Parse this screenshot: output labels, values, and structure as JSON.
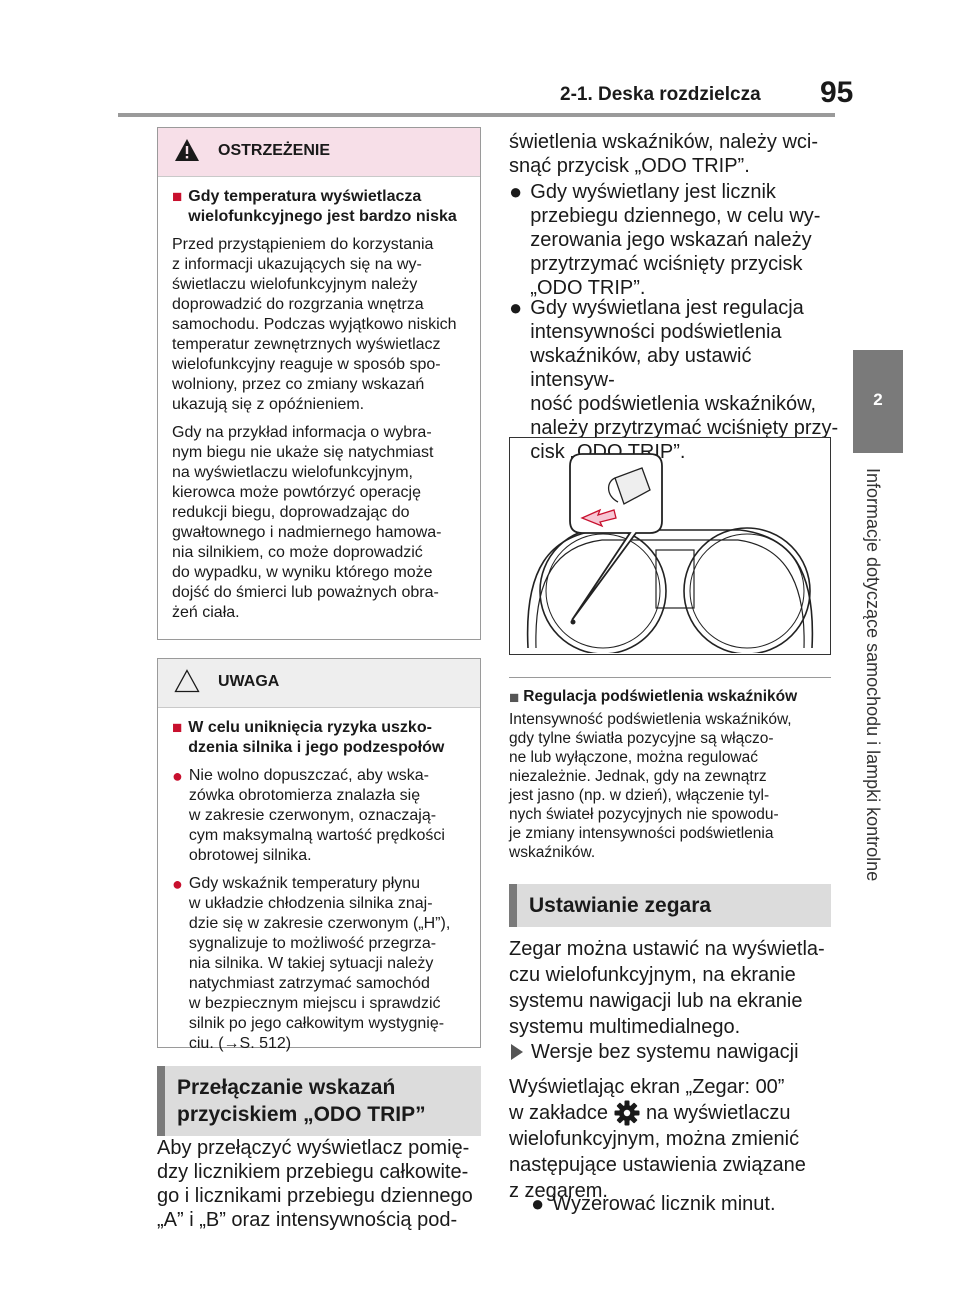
{
  "header": {
    "title": "2-1. Deska rozdzielcza",
    "page_number": "95"
  },
  "side_tab": {
    "number": "2",
    "text": "Informacje dotyczące samochodu i lampki kontrolne"
  },
  "warning": {
    "title": "OSTRZEŻENIE",
    "subheading": "Gdy temperatura wyświetlacza wielofunkcyjnego jest bardzo niska",
    "p1": [
      "Przed przystąpieniem do korzystania",
      "z informacji ukazujących się na wy-",
      "świetlaczu wielofunkcyjnym należy",
      "doprowadzić do rozgrzania wnętrza",
      "samochodu. Podczas wyjątkowo niskich",
      "temperatur zewnętrznych wyświetlacz",
      "wielofunkcyjny reaguje w sposób spo-",
      "wolniony, przez co zmiany wskazań",
      "ukazują się z opóźnieniem."
    ],
    "p2": [
      "Gdy na przykład informacja o wybra-",
      "nym biegu nie ukaże się natychmiast",
      "na wyświetlaczu wielofunkcyjnym,",
      "kierowca może powtórzyć operację",
      "redukcji biegu, doprowadzając do",
      "gwałtownego i nadmiernego hamowa-",
      "nia silnikiem, co może doprowadzić",
      "do wypadku, w wyniku którego może",
      "dojść do śmierci lub poważnych obra-",
      "żeń ciała."
    ]
  },
  "notice": {
    "title": "UWAGA",
    "subheading": "W celu uniknięcia ryzyka uszko-dzenia silnika i jego podzespołów",
    "b1": [
      "Nie wolno dopuszczać, aby wska-",
      "zówka obrotomierza znalazła się",
      "w zakresie czerwonym, oznaczają-",
      "cym maksymalną wartość prędkości",
      "obrotowej silnika."
    ],
    "b2": [
      "Gdy wskaźnik temperatury płynu",
      "w układzie chłodzenia silnika znaj-",
      "dzie się w zakresie czerwonym („H”),",
      "sygnalizuje to możliwość przegrza-",
      "nia silnika. W takiej sytuacji należy",
      "natychmiast zatrzymać samochód",
      "w bezpiecznym miejscu i sprawdzić",
      "silnik po jego całkowitym wystygnię-",
      "ciu. (→S. 512)"
    ]
  },
  "section1": {
    "heading": "Przełączanie wskazań przyciskiem „ODO TRIP”",
    "text": [
      "Aby przełączyć wyświetlacz pomię-",
      "dzy licznikiem przebiegu całkowite-",
      "go i licznikami przebiegu dziennego",
      "„A” i „B” oraz intensywnością pod-"
    ]
  },
  "right_col": {
    "cont": [
      "świetlenia wskaźników, należy wci-",
      "snąć przycisk „ODO TRIP”."
    ],
    "b1": [
      "Gdy wyświetlany jest licznik",
      "przebiegu dziennego, w celu wy-",
      "zerowania jego wskazań należy",
      "przytrzymać wciśnięty przycisk",
      "„ODO TRIP”."
    ],
    "b2": [
      "Gdy wyświetlana jest regulacja",
      "intensywności podświetlenia",
      "wskaźników, aby ustawić intensyw-",
      "ność podświetlenia wskaźników,",
      "należy przytrzymać wciśnięty przy-",
      "cisk „ODO TRIP”."
    ],
    "subsection_title": "Regulacja podświetlenia wskaźników",
    "subsection_text": [
      "Intensywność podświetlenia wskaźników,",
      "gdy tylne światła pozycyjne są włączo-",
      "ne lub wyłączone, można regulować",
      "niezależnie. Jednak, gdy na zewnątrz",
      "jest jasno (np. w dzień), włączenie tyl-",
      "nych świateł pozycyjnych nie spowodu-",
      "je zmiany intensywności podświetlenia",
      "wskaźników."
    ]
  },
  "section2": {
    "heading": "Ustawianie zegara",
    "text": [
      "Zegar można ustawić na wyświetla-",
      "czu wielofunkcyjnym, na ekranie",
      "systemu nawigacji lub na ekranie",
      "systemu multimedialnego."
    ],
    "variant": "Wersje bez systemu nawigacji",
    "text2a": "Wyświetlając ekran „Zegar: 00”",
    "text2b_pre": "w zakładce",
    "text2b_post": "na wyświetlaczu",
    "text2c": [
      "wielofunkcyjnym, można zmienić",
      "następujące ustawienia związane",
      "z zegarem."
    ],
    "bullet": "Wyzerować licznik minut."
  },
  "colors": {
    "warning_bg": "#f7dfe8",
    "accent_red": "#c8102e",
    "tab_gray": "#7a7a7a",
    "section_bg": "#dcdcdc"
  },
  "icons": [
    "warning-triangle-icon",
    "caution-triangle-icon",
    "gear-icon",
    "right-triangle-icon"
  ]
}
